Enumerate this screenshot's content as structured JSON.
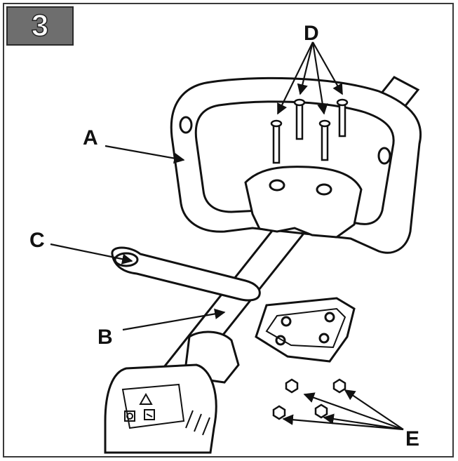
{
  "step": {
    "number": "3"
  },
  "callouts": {
    "A": "A",
    "B": "B",
    "C": "C",
    "D": "D",
    "E": "E"
  },
  "icons": {
    "panel_warning": "warning-triangle-icon",
    "panel_power": "power-icon",
    "panel_lock": "lock-icon"
  },
  "colors": {
    "badge_background": "#6e6e6e",
    "line_art": "#111111",
    "background": "#ffffff"
  }
}
